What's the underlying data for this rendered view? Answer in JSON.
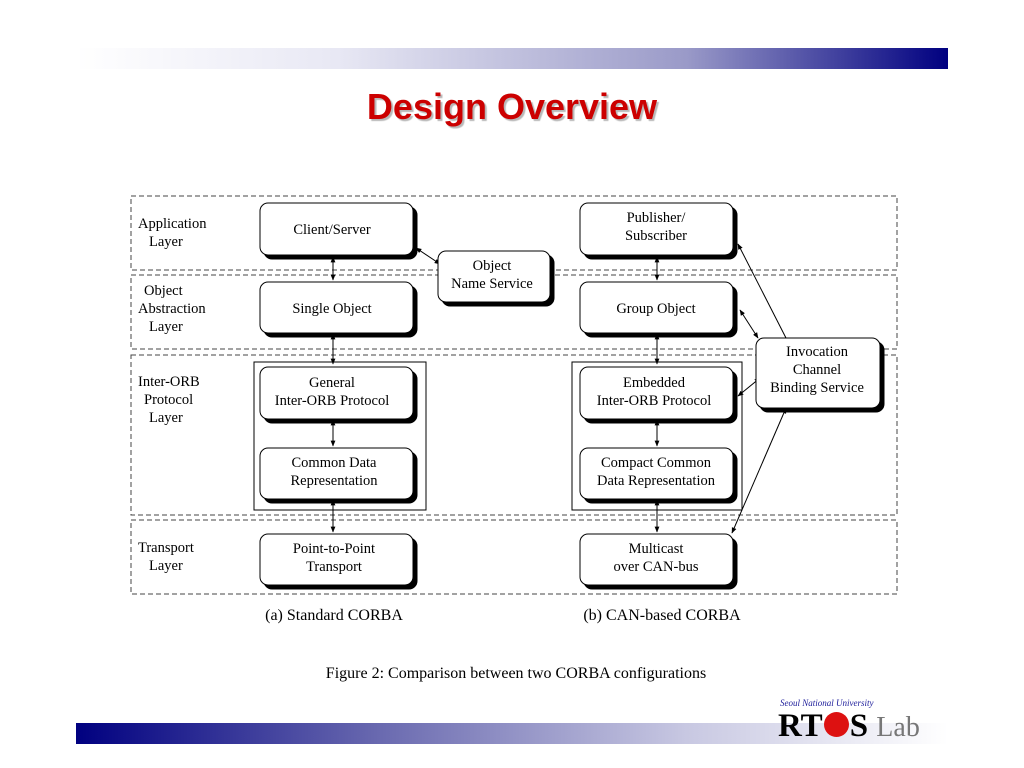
{
  "slide": {
    "title": "Design Overview"
  },
  "diagram": {
    "layers": [
      [
        "Application",
        "Layer"
      ],
      [
        "Object",
        "Abstraction",
        "Layer"
      ],
      [
        "Inter-ORB",
        "Protocol",
        "Layer"
      ],
      [
        "Transport",
        "Layer"
      ]
    ],
    "boxes": {
      "client_server": [
        "Client/Server"
      ],
      "single_object": [
        "Single Object"
      ],
      "giop": [
        "General",
        "Inter-ORB Protocol"
      ],
      "cdr": [
        "Common Data",
        "Representation"
      ],
      "p2p": [
        "Point-to-Point",
        "Transport"
      ],
      "pub_sub": [
        "Publisher/",
        "Subscriber"
      ],
      "group_object": [
        "Group Object"
      ],
      "eiop": [
        "Embedded",
        "Inter-ORB Protocol"
      ],
      "ccdr": [
        "Compact Common",
        "Data Representation"
      ],
      "multicast": [
        "Multicast",
        "over CAN-bus"
      ],
      "name_service": [
        "Object",
        "Name Service"
      ],
      "binding_service": [
        "Invocation",
        "Channel",
        "Binding Service"
      ]
    },
    "caption_a": "(a) Standard CORBA",
    "caption_b": "(b) CAN-based CORBA",
    "figure_caption": "Figure 2: Comparison between two CORBA configurations"
  },
  "logo": {
    "university": "Seoul National University",
    "rt": "RT",
    "s": "S",
    "lab": "Lab"
  },
  "colors": {
    "title": "#cc0000",
    "bar_dark": "#000080",
    "logo_dot": "#dd1111"
  }
}
